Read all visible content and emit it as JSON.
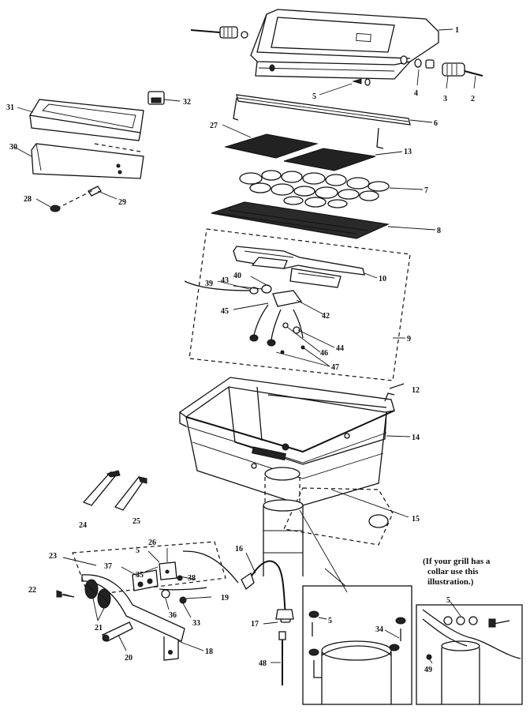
{
  "callouts": {
    "c1": "1",
    "c2": "2",
    "c3": "3",
    "c4": "4",
    "c5": "5",
    "c6": "6",
    "c7": "7",
    "c8": "8",
    "c9": "9",
    "c10": "10",
    "c12": "12",
    "c13": "13",
    "c14": "14",
    "c15": "15",
    "c16": "16",
    "c17": "17",
    "c18": "18",
    "c19": "19",
    "c20": "20",
    "c21": "21",
    "c22": "22",
    "c23": "23",
    "c24": "24",
    "c25": "25",
    "c26": "26",
    "c27": "27",
    "c28": "28",
    "c29": "29",
    "c30": "30",
    "c31": "31",
    "c32": "32",
    "c33": "33",
    "c34": "34",
    "c35": "35",
    "c36": "36",
    "c37": "37",
    "c38": "38",
    "c39": "39",
    "c40": "40",
    "c42": "42",
    "c43": "43",
    "c44": "44",
    "c45": "45",
    "c46": "46",
    "c47": "47",
    "c48": "48",
    "c49": "49",
    "c5b": "5",
    "c5c": "5",
    "c5d": "5"
  },
  "note": {
    "line1": "(If your grill has a",
    "line2": "collar  use this",
    "line3": "illustration.)"
  }
}
